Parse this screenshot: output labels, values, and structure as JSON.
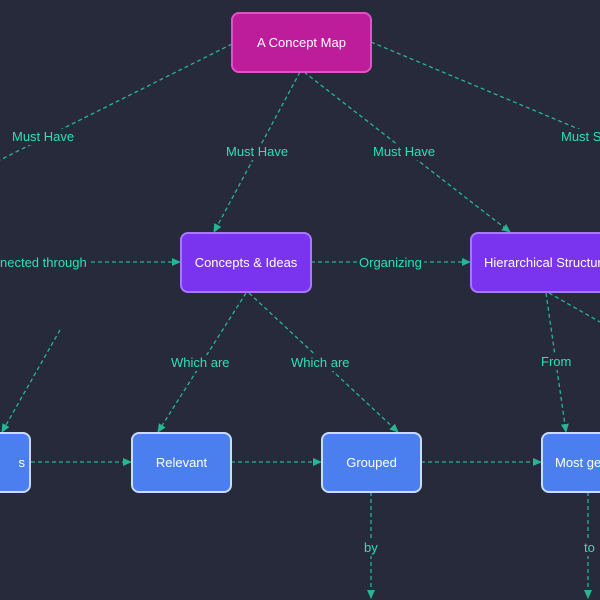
{
  "nodes": {
    "root": "A Concept Map",
    "concepts": "Concepts & Ideas",
    "hierarchical": "Hierarchical Structure",
    "left_partial": "s",
    "relevant": "Relevant",
    "grouped": "Grouped",
    "most_general": "Most general"
  },
  "edge_labels": {
    "must_have_left": "Must Have",
    "must_have_center": "Must Have",
    "must_have_right": "Must Have",
    "must_s": "Must S",
    "connected_through": "nected through",
    "organizing": "Organizing",
    "which_are_1": "Which are",
    "which_are_2": "Which are",
    "from": "From",
    "by": "by",
    "to": "to"
  },
  "colors": {
    "background": "#272a3b",
    "edge": "#27b592",
    "edge_label": "#2de0b2",
    "root_node": "#bd1c9a",
    "level1_node": "#7a34f0",
    "level2_node": "#4b7ff0"
  }
}
